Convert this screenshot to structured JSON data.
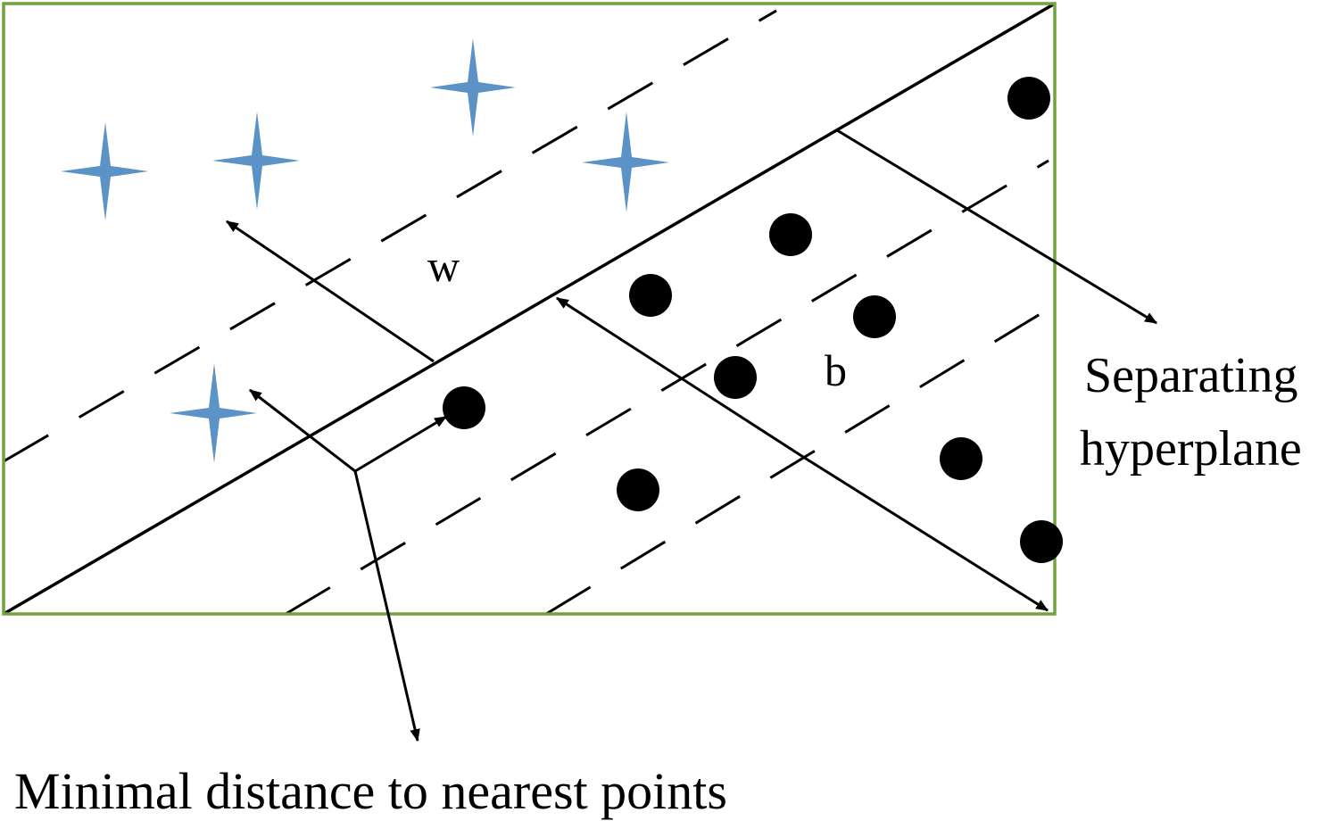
{
  "labels": {
    "w": "w",
    "b": "b",
    "separating_line1": "Separating",
    "separating_line2": "hyperplane",
    "minimal_distance": "Minimal distance to nearest points"
  },
  "colors": {
    "frame": "#70a23f",
    "star": "#5b93c7",
    "dot": "#000000",
    "line": "#000000"
  },
  "legend": {
    "star_marker": "four-point-star-icon",
    "dot_marker": "filled-circle-icon"
  }
}
